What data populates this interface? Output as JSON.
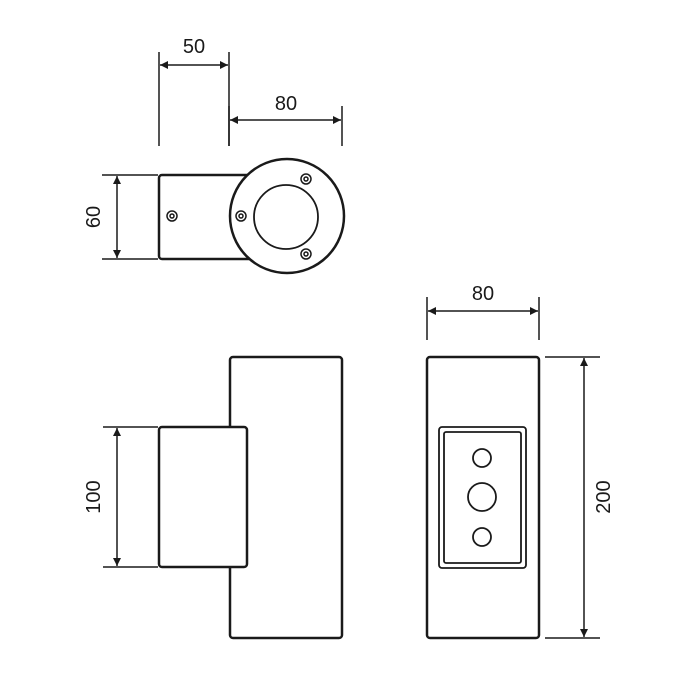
{
  "drawing": {
    "stroke_color": "#1a1a1a",
    "dimensions": {
      "top_depth": "50",
      "top_width": "80",
      "top_height": "60",
      "side_plate_height": "100",
      "front_width": "80",
      "front_height": "200"
    }
  }
}
